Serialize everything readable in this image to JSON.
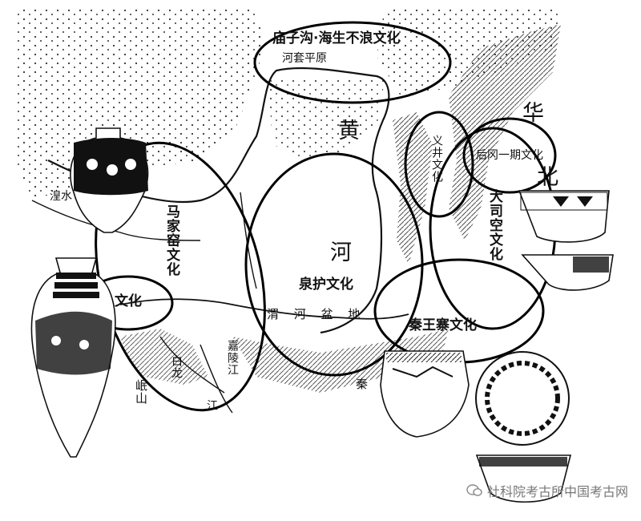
{
  "cultures": {
    "miaozigou": "庙子沟·海生不浪文化",
    "majiayao": "马家窑文化",
    "quanhu": "泉护文化",
    "yijing": "义井文化",
    "qinwangzhai": "秦王寨文化",
    "dasikong": "大司空文化",
    "yangshao_left": "文化",
    "xiaoshan": "后冈一期文化"
  },
  "places": {
    "hetao": "河套平原",
    "huang": "黄",
    "he": "河",
    "wei_river": "渭 河 盆 地",
    "qin": "秦",
    "hua": "华",
    "bei": "北",
    "huangshui": "湟水",
    "bailong": "白龙",
    "jialing": "嘉陵江",
    "min": "岷山",
    "jiang": "江"
  },
  "watermark": "社科院考古所中国考古网"
}
